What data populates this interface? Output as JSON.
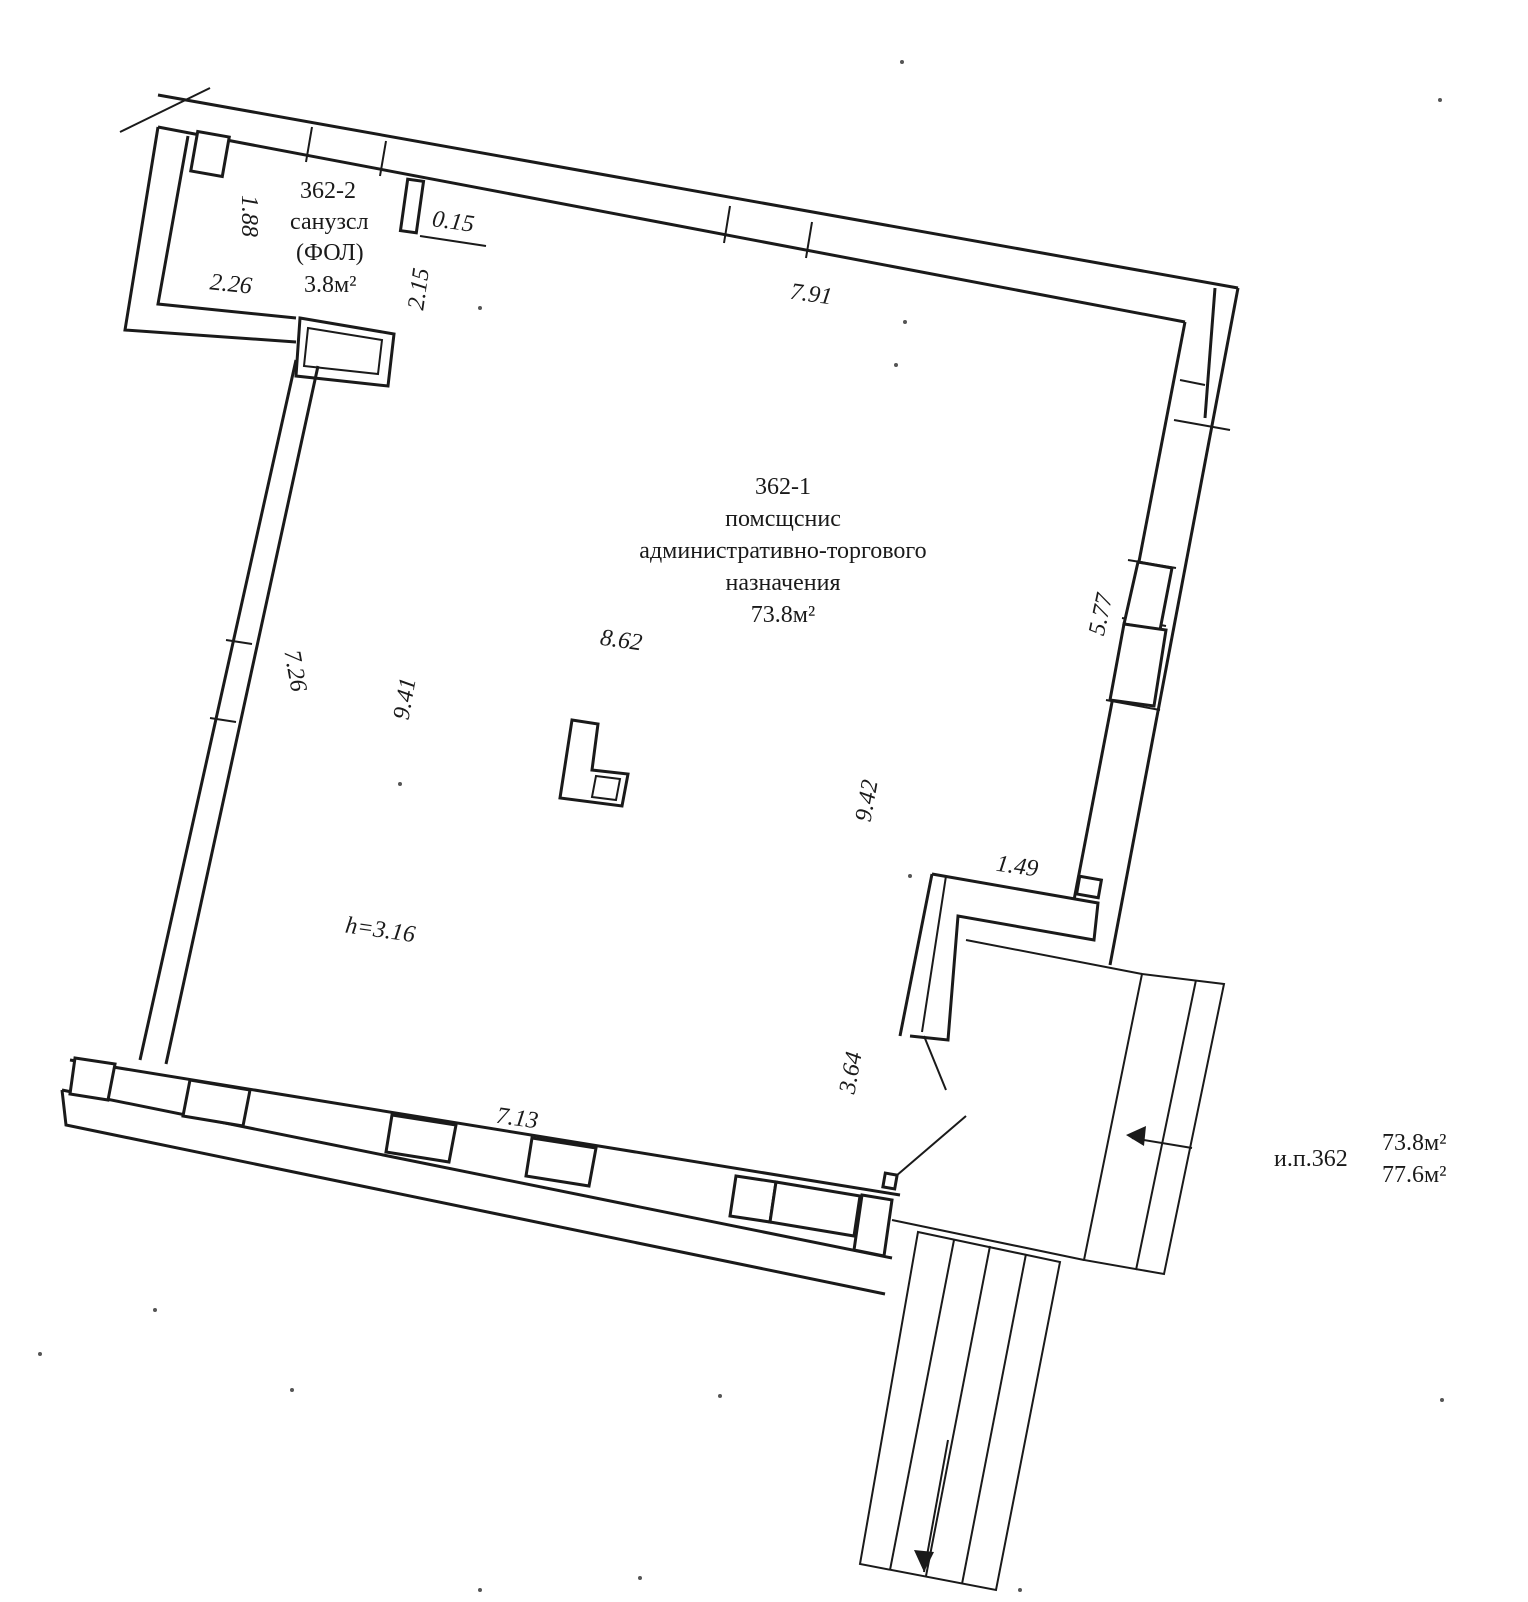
{
  "room_toilet": {
    "number": "362-2",
    "name": "санузсл",
    "owner": "(ФОЛ)",
    "area": "3.8м²"
  },
  "room_main": {
    "number": "362-1",
    "name_line1": "помсщснис",
    "name_line2": "административно-торгового",
    "name_line3": "назначения",
    "area": "73.8м²"
  },
  "dimensions": {
    "toilet_height": "1.88",
    "toilet_width": "2.26",
    "toilet_depth": "2.15",
    "wall_thickness": "0.15",
    "top_wall": "7.91",
    "right_wall": "5.77",
    "left_wall": "7.26",
    "inner_left": "9.41",
    "inner_top": "8.62",
    "inner_right": "9.42",
    "step": "1.49",
    "ceiling_height": "h=3.16",
    "bottom_wall": "7.13",
    "door_side": "3.64"
  },
  "summary": {
    "label": "и.п.362",
    "area_main": "73.8м²",
    "area_total": "77.6м²"
  }
}
